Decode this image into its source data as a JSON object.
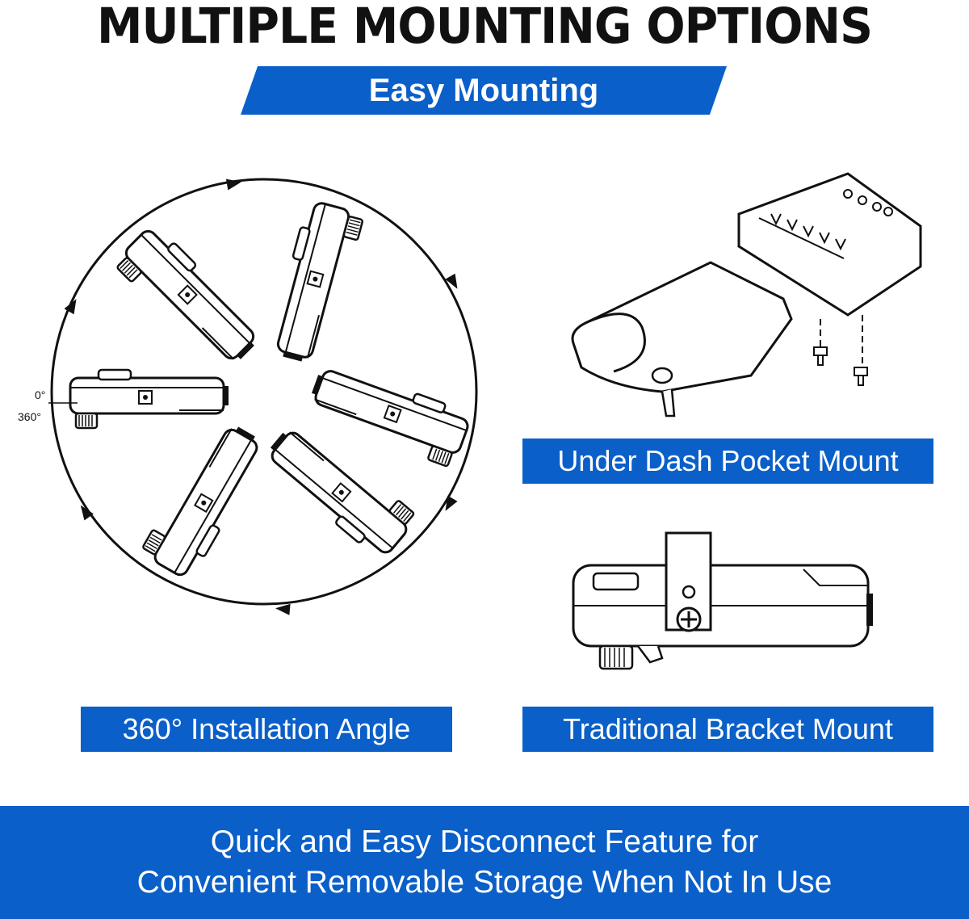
{
  "header": {
    "title": "MULTIPLE MOUNTING OPTIONS",
    "subtitle": "Easy Mounting"
  },
  "rotation_diagram": {
    "angle_top": "0°",
    "angle_bottom": "360°",
    "caption": "360° Installation Angle"
  },
  "pocket_mount": {
    "caption": "Under Dash Pocket Mount"
  },
  "bracket_mount": {
    "caption": "Traditional Bracket Mount"
  },
  "footer": {
    "line1": "Quick and Easy Disconnect Feature for",
    "line2": "Convenient Removable Storage When Not In Use"
  },
  "colors": {
    "brand_blue": "#0a5fc9",
    "ink": "#111111"
  }
}
